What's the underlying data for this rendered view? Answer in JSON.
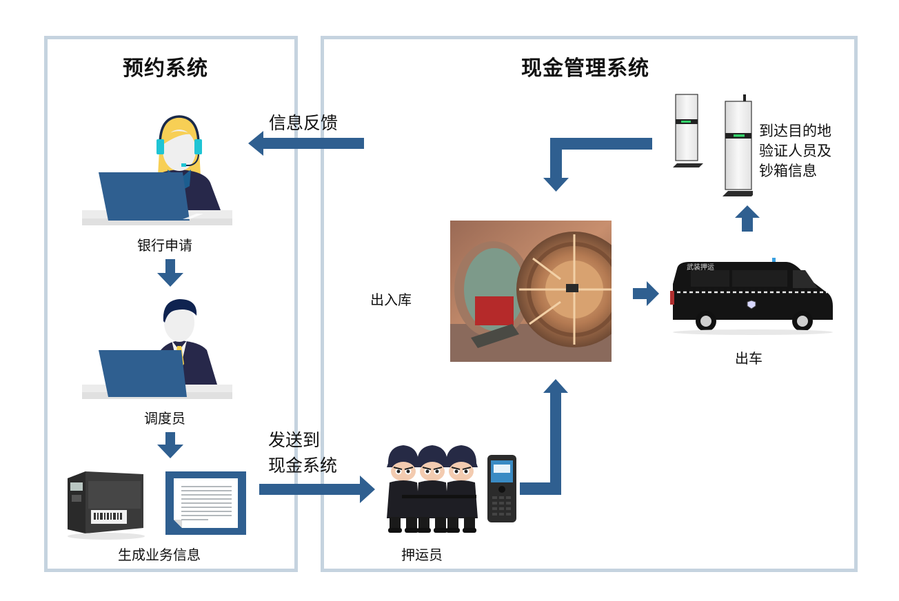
{
  "colors": {
    "panel_border": "#c5d3df",
    "arrow": "#2f5f90",
    "laptop": "#2f5f90",
    "suit": "#27284a",
    "hair_female": "#f7cf55",
    "headset": "#1fc4d4",
    "tie": "#f5cf4a"
  },
  "panels": {
    "left": {
      "title": "预约系统"
    },
    "right": {
      "title": "现金管理系统"
    }
  },
  "left_flow": {
    "bank_request": {
      "label": "银行申请",
      "icon": "customer-service-agent-icon"
    },
    "dispatcher": {
      "label": "调度员",
      "icon": "dispatcher-icon"
    },
    "generate_info": {
      "label": "生成业务信息",
      "icons": [
        "label-printer-icon",
        "document-icon"
      ]
    }
  },
  "connectors": {
    "feedback": {
      "label": "信息反馈",
      "direction": "left"
    },
    "send_to_cash": {
      "label_lines": [
        "发送到",
        "现金系统"
      ],
      "direction": "right"
    }
  },
  "right_flow": {
    "escort": {
      "label": "押运员",
      "icons": [
        "armed-guards-icon",
        "handheld-terminal-icon"
      ]
    },
    "vault": {
      "label": "出入库",
      "icon": "bank-vault-icon"
    },
    "van": {
      "label": "出车",
      "icon": "armored-van-icon",
      "van_text": "武装押运"
    },
    "verification": {
      "label_lines": [
        "到达目的地",
        "验证人员及",
        "钞箱信息"
      ],
      "icon": "rfid-gate-icon"
    }
  }
}
